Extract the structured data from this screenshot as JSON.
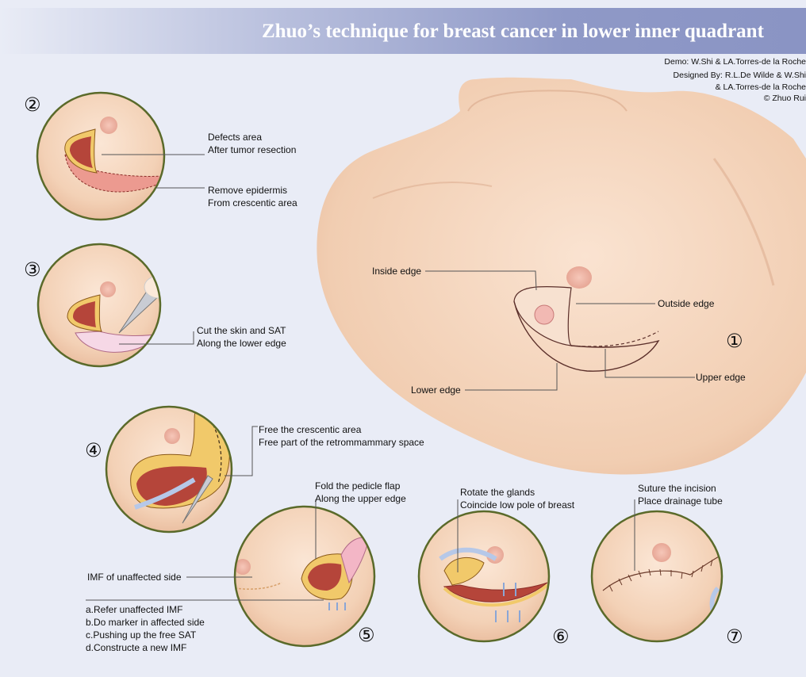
{
  "header": {
    "title": "Zhuo’s technique for breast cancer in lower inner quadrant",
    "credits": [
      "Demo: W.Shi & LA.Torres-de la Roche",
      "Designed By: R.L.De Wilde & W.Shi",
      "& LA.Torres-de la Roche",
      "© Zhuo Rui"
    ]
  },
  "steps": {
    "s1": {
      "number": "①",
      "labels": {
        "inside": "Inside edge",
        "outside": "Outside edge",
        "upper": "Upper edge",
        "lower": "Lower edge"
      }
    },
    "s2": {
      "number": "②",
      "text1": "Defects area",
      "text2": "After tumor resection",
      "text3": "Remove epidermis",
      "text4": "From crescentic area"
    },
    "s3": {
      "number": "③",
      "text1": "Cut the skin and SAT",
      "text2": "Along the lower edge"
    },
    "s4": {
      "number": "④",
      "text1": "Free the crescentic area",
      "text2": "Free part of the retrommammary space"
    },
    "s5": {
      "number": "⑤",
      "text1": "Fold the pedicle flap",
      "text2": "Along the upper edge",
      "imf": "IMF of unaffected side",
      "list": [
        "a.Refer unaffected IMF",
        "b.Do marker in affected side",
        "c.Pushing up the free SAT",
        "d.Constructe a new IMF"
      ]
    },
    "s6": {
      "number": "⑥",
      "text1": "Rotate the glands",
      "text2": "Coincide low pole of breast"
    },
    "s7": {
      "number": "⑦",
      "text1": "Suture the incision",
      "text2": "Place drainage tube"
    }
  },
  "colors": {
    "skin": "#f6d9c2",
    "circle_border": "#5a6a2a",
    "background": "#e9ecf6",
    "title_band": "#8f99c7",
    "tissue_red": "#b5453a",
    "fat_yellow": "#f1c96a"
  }
}
